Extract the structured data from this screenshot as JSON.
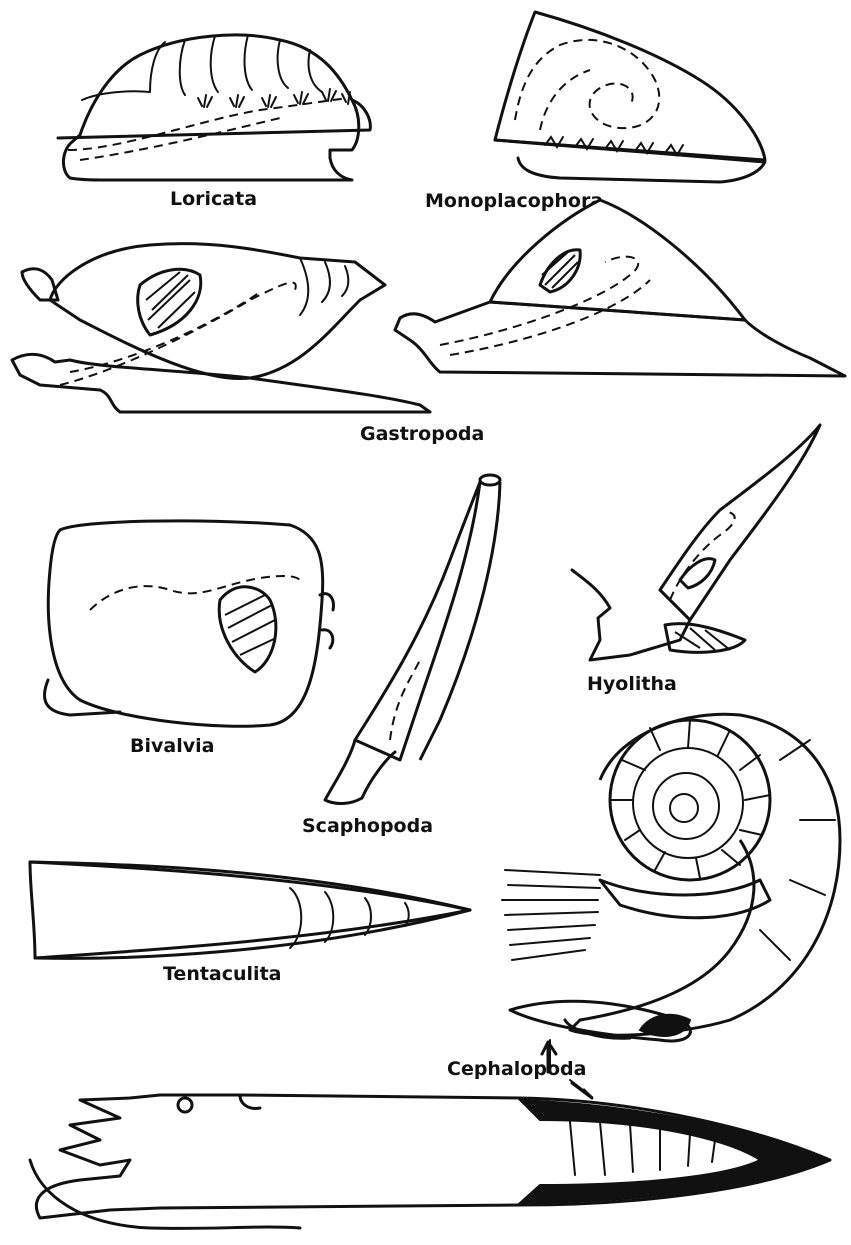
{
  "figure": {
    "labels": {
      "loricata": "Loricata",
      "monoplacophora": "Monoplacophora",
      "gastropoda": "Gastropoda",
      "bivalvia": "Bivalvia",
      "scaphopoda": "Scaphopoda",
      "hyolitha": "Hyolitha",
      "tentaculita": "Tentaculita",
      "cephalopoda": "Cephalopoda"
    }
  },
  "colors": {
    "ink": "#111111",
    "paper": "#ffffff"
  }
}
